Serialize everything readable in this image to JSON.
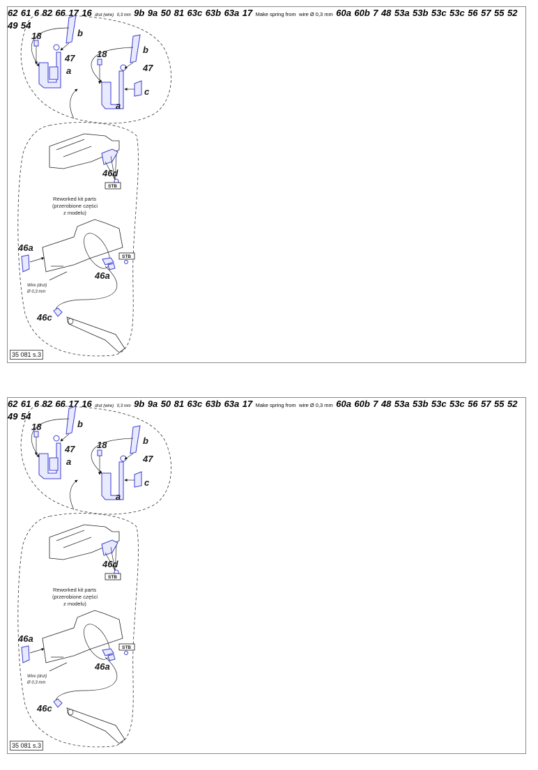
{
  "document": {
    "type": "assembly instruction sheet",
    "sheet_code": "35 081 s.3",
    "panels": 2
  },
  "labels": {
    "p18": "18",
    "p47": "47",
    "pb": "b",
    "pa": "a",
    "pc": "c",
    "p62": "62",
    "p61": "61",
    "p6": "6",
    "p82": "82",
    "p66": "66",
    "p17": "17",
    "p16": "16",
    "p46d": "46d",
    "p46a": "46a",
    "p46c": "46c",
    "p9a": "9a",
    "p9b": "9b",
    "p63a": "63a",
    "p63b": "63b",
    "p63c": "63c",
    "p60a": "60a",
    "p60b": "60b",
    "p7": "7",
    "p50": "50",
    "p81": "81",
    "p48": "48",
    "p53a": "53a",
    "p53b": "53b",
    "p53c": "53c",
    "p57": "57",
    "p56": "56",
    "p55": "55",
    "p52": "52",
    "p49": "49",
    "p54": "54"
  },
  "notes": {
    "stb": "STB",
    "reworked_line1": "Reworked kit parts",
    "reworked_line2": "(przerobione części",
    "reworked_line3": "z modelu)",
    "wire_line1": "Wire (drut)",
    "wire_line2": "Ø 0,3 mm",
    "spring_line1": "Make spring from",
    "spring_line2": "wire Ø 0,3 mm",
    "drut_line1": "drut (wire)",
    "drut_line2": "0,3 mm"
  },
  "colors": {
    "part_outline": "#3b3bd0",
    "part_fill": "#e8eaff",
    "hull_line": "#222222",
    "frame": "#8a8a8a"
  }
}
